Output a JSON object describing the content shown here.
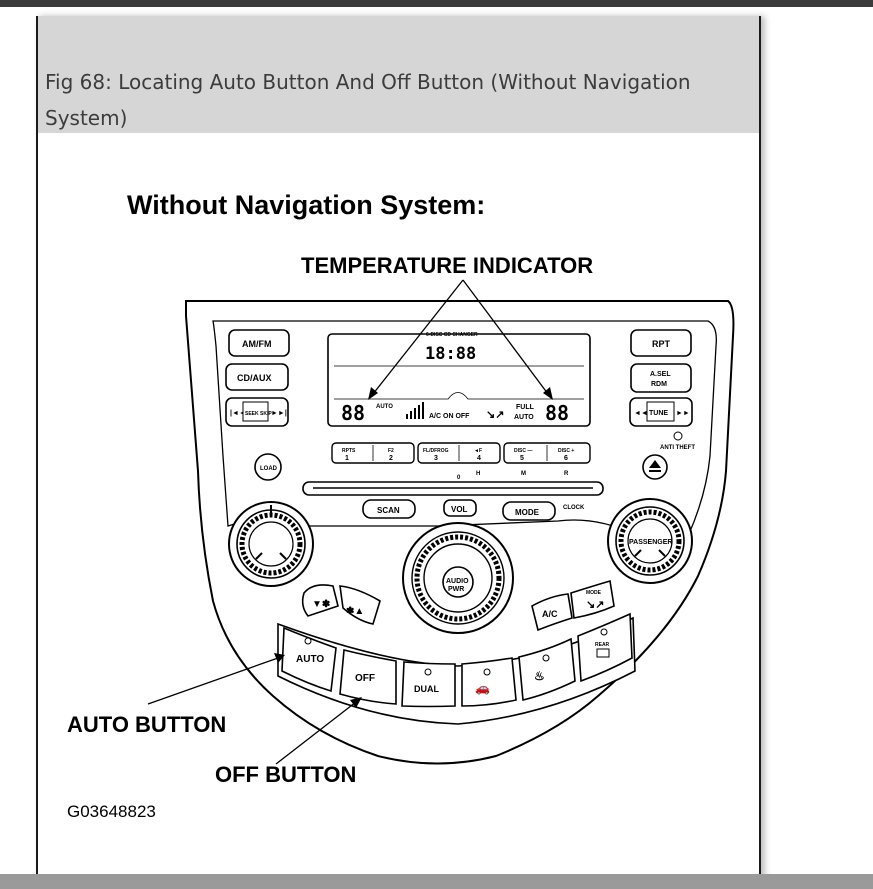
{
  "caption": {
    "line1": "Fig 68: Locating Auto Button And Off Button (Without Navigation",
    "line2": "System)"
  },
  "figure": {
    "title": "Without Navigation System:",
    "temperature_indicator": "TEMPERATURE INDICATOR",
    "auto_button_label": "AUTO BUTTON",
    "off_button_label": "OFF BUTTON",
    "figure_id": "G03648823"
  },
  "panel": {
    "am_fm": "AM/FM",
    "cd_aux": "CD/AUX",
    "seek_skip": "SEEK SKIP",
    "rpt": "RPT",
    "a_sel": "A.SEL",
    "rdm": "RDM",
    "tune": "TUNE",
    "anti_theft": "ANTI THEFT",
    "load": "LOAD",
    "scan": "SCAN",
    "vol": "VOL",
    "mode": "MODE",
    "clock": "CLOCK",
    "passenger": "PASSENGER",
    "audio": "AUDIO",
    "pwr": "PWR",
    "ac": "A/C",
    "mode_small": "MODE",
    "auto": "AUTO",
    "off": "OFF",
    "dual": "DUAL",
    "rear": "REAR",
    "lcd_header": "6-DISC CD CHANGER",
    "lcd_clock": "18:88",
    "lcd_left_temp": "88",
    "lcd_right_temp": "88",
    "lcd_auto": "AUTO",
    "lcd_ac_on_off": "A/C ON OFF",
    "lcd_full": "FULL",
    "lcd_full_auto": "AUTO",
    "preset_1": "1",
    "preset_2": "2",
    "preset_3": "3",
    "preset_4": "4",
    "preset_5": "5",
    "preset_6": "6",
    "preset_1_top": "RPTS",
    "preset_2_top": "F2",
    "preset_3_top": "FL/DFROG",
    "preset_4_top": "◄F",
    "preset_5_top": "DISC —",
    "preset_6_top": "DISC +",
    "clock_h": "H",
    "clock_m": "M",
    "clock_r": "R",
    "clock_0": "0"
  }
}
